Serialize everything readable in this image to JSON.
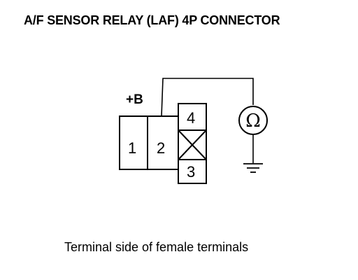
{
  "title": "A/F SENSOR RELAY (LAF) 4P CONNECTOR",
  "caption": "Terminal side of female terminals",
  "supply_label": "+B",
  "meter_symbol": "Ω",
  "connector": {
    "terminals": [
      {
        "number": "1"
      },
      {
        "number": "2"
      },
      {
        "number": "4"
      },
      {
        "number": "3"
      }
    ]
  }
}
